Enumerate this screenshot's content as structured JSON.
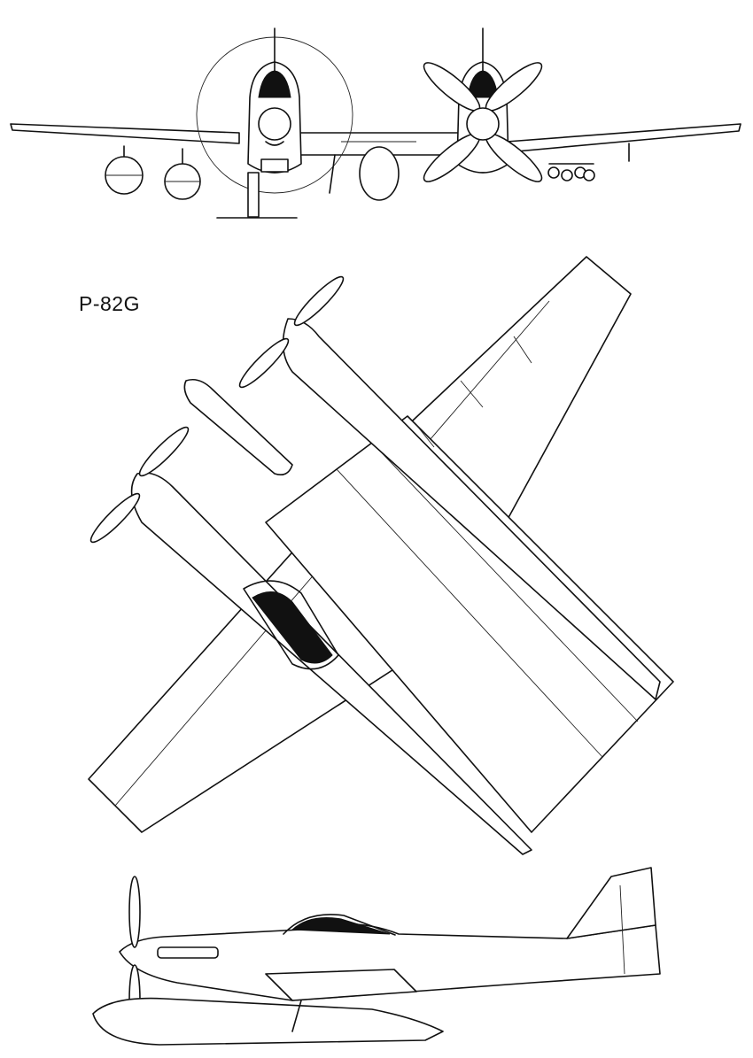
{
  "drawing": {
    "designation": "P-82G",
    "views": [
      "front",
      "plan",
      "side"
    ],
    "line_color": "#111111",
    "background": "#ffffff"
  }
}
